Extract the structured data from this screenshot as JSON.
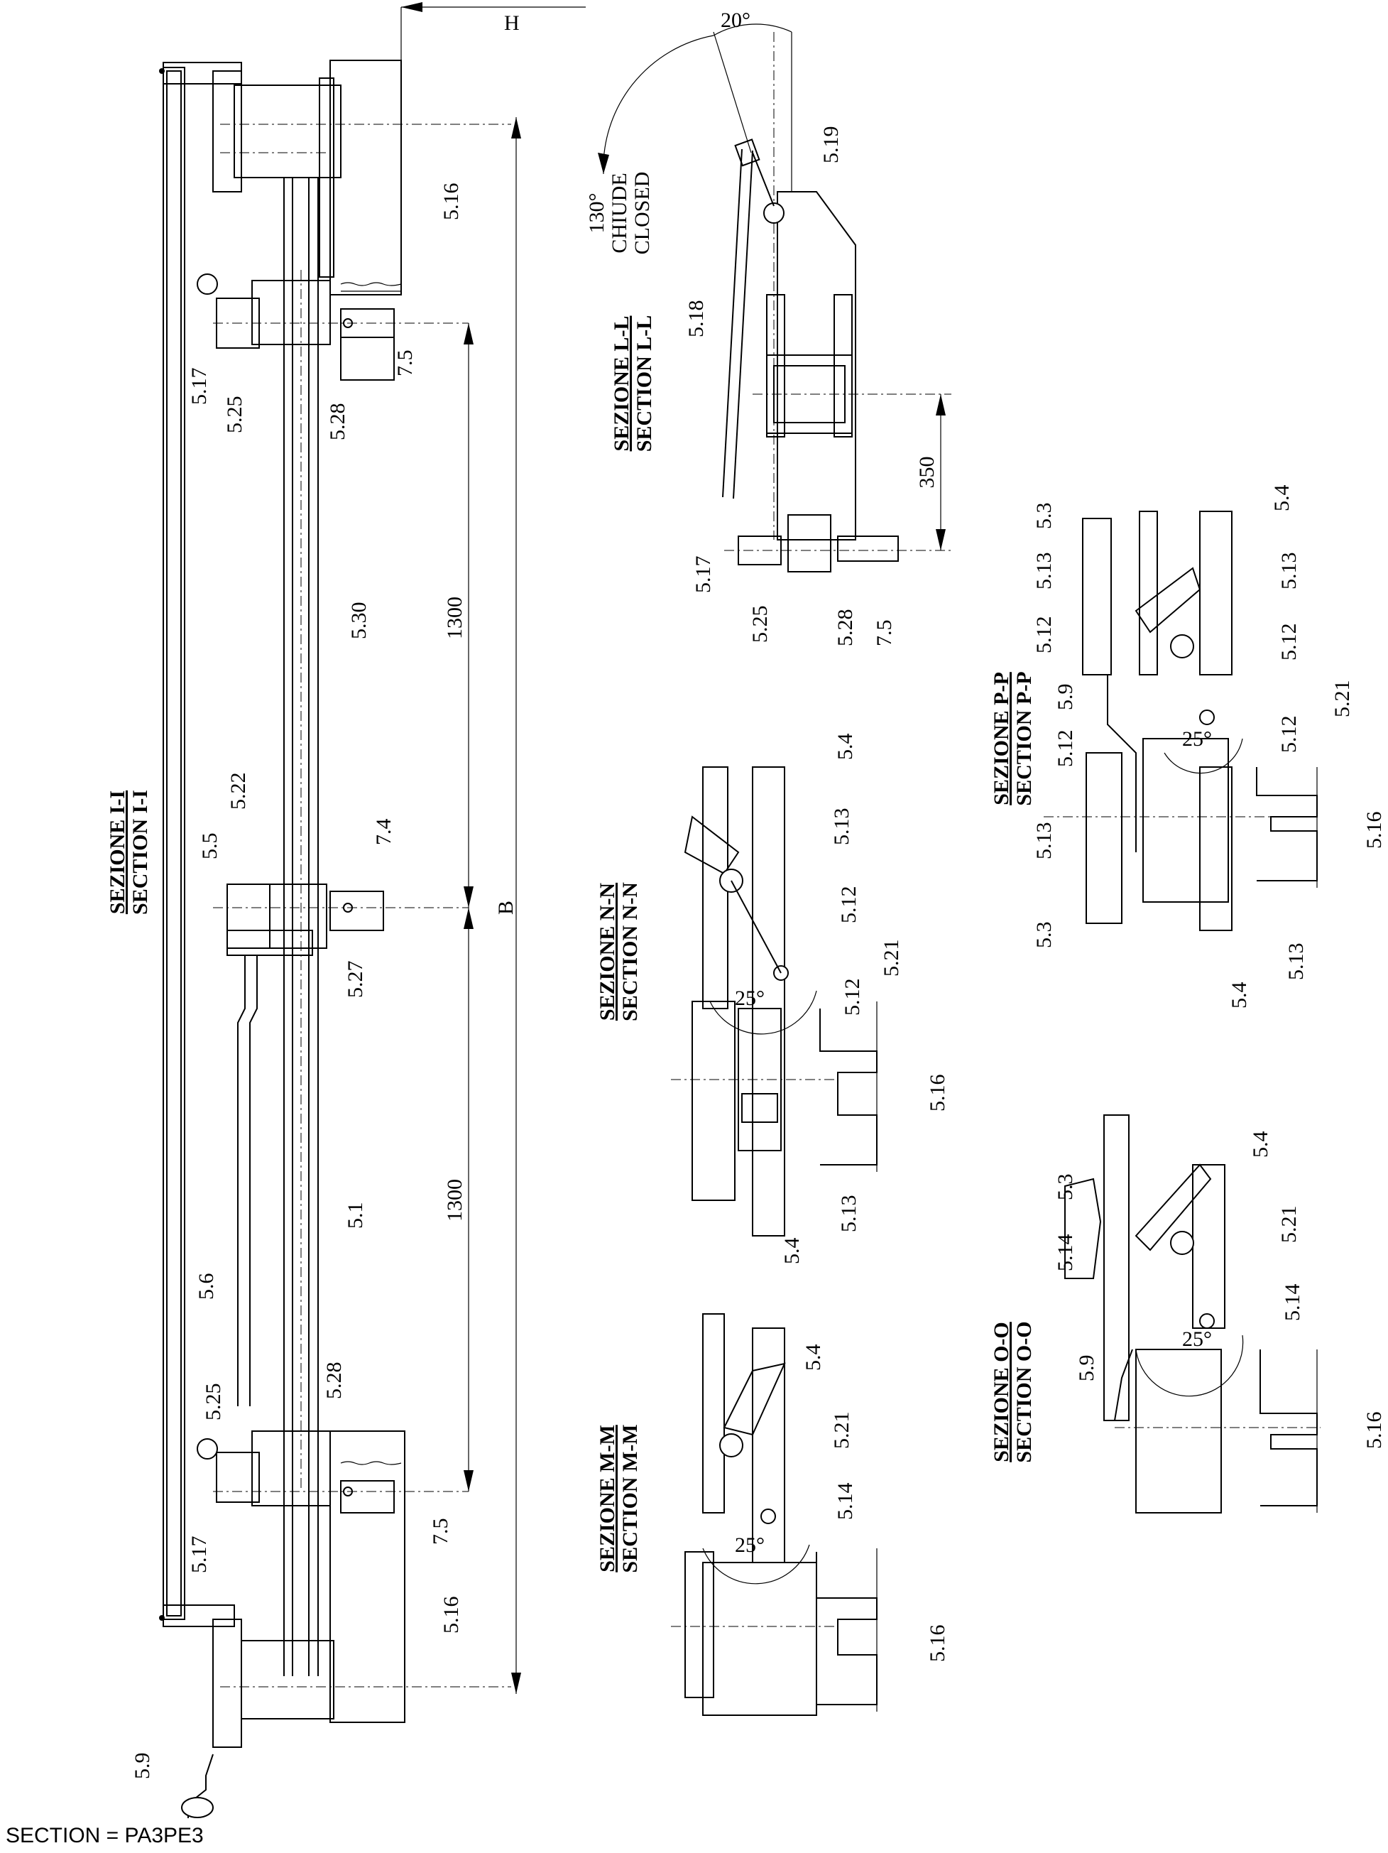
{
  "footer": {
    "text": "SECTION = PA3PE3"
  },
  "dimensions": {
    "h": "H",
    "b": "B",
    "d1300a": "1300",
    "d1300b": "1300",
    "d350": "350",
    "angle20": "20°"
  },
  "closing_note": {
    "angle": "130°",
    "it": "CHIUDE",
    "en": "CLOSED"
  },
  "sections": {
    "i": {
      "it": "SEZIONE I-I",
      "en": "SECTION I-I"
    },
    "l": {
      "it": "SEZIONE L-L",
      "en": "SECTION L-L"
    },
    "n": {
      "it": "SEZIONE N-N",
      "en": "SECTION N-N"
    },
    "m": {
      "it": "SEZIONE M-M",
      "en": "SECTION M-M"
    },
    "p": {
      "it": "SEZIONE P-P",
      "en": "SECTION P-P"
    },
    "o": {
      "it": "SEZIONE O-O",
      "en": "SECTION O-O"
    }
  },
  "angles": {
    "n": "25°",
    "m": "25°",
    "p": "25°",
    "o": "25°"
  },
  "labels": {
    "i_516a": "5.16",
    "i_517a": "5.17",
    "i_525a": "5.25",
    "i_528a": "5.28",
    "i_75a": "7.5",
    "i_530": "5.30",
    "i_522": "5.22",
    "i_55": "5.5",
    "i_74": "7.4",
    "i_527": "5.27",
    "i_51": "5.1",
    "i_56": "5.6",
    "i_525b": "5.25",
    "i_528b": "5.28",
    "i_517b": "5.17",
    "i_75b": "7.5",
    "i_516b": "5.16",
    "i_59": "5.9",
    "l_519": "5.19",
    "l_518": "5.18",
    "l_517": "5.17",
    "l_525": "5.25",
    "l_528": "5.28",
    "l_75": "7.5",
    "n_54a": "5.4",
    "n_513a": "5.13",
    "n_512a": "5.12",
    "n_521": "5.21",
    "n_512b": "5.12",
    "n_516": "5.16",
    "n_513b": "5.13",
    "n_54b": "5.4",
    "m_54": "5.4",
    "m_521": "5.21",
    "m_514": "5.14",
    "m_516": "5.16",
    "p_53a": "5.3",
    "p_513a": "5.13",
    "p_512a": "5.12",
    "p_54a": "5.4",
    "p_513b": "5.13",
    "p_512b": "5.12",
    "p_521": "5.21",
    "p_59": "5.9",
    "p_512c": "5.12",
    "p_512d": "5.12",
    "p_513c": "5.13",
    "p_53b": "5.3",
    "p_516": "5.16",
    "p_513d": "5.13",
    "p_54b": "5.4",
    "o_53": "5.3",
    "o_54": "5.4",
    "o_514a": "5.14",
    "o_521": "5.21",
    "o_514b": "5.14",
    "o_59": "5.9",
    "o_516": "5.16"
  }
}
